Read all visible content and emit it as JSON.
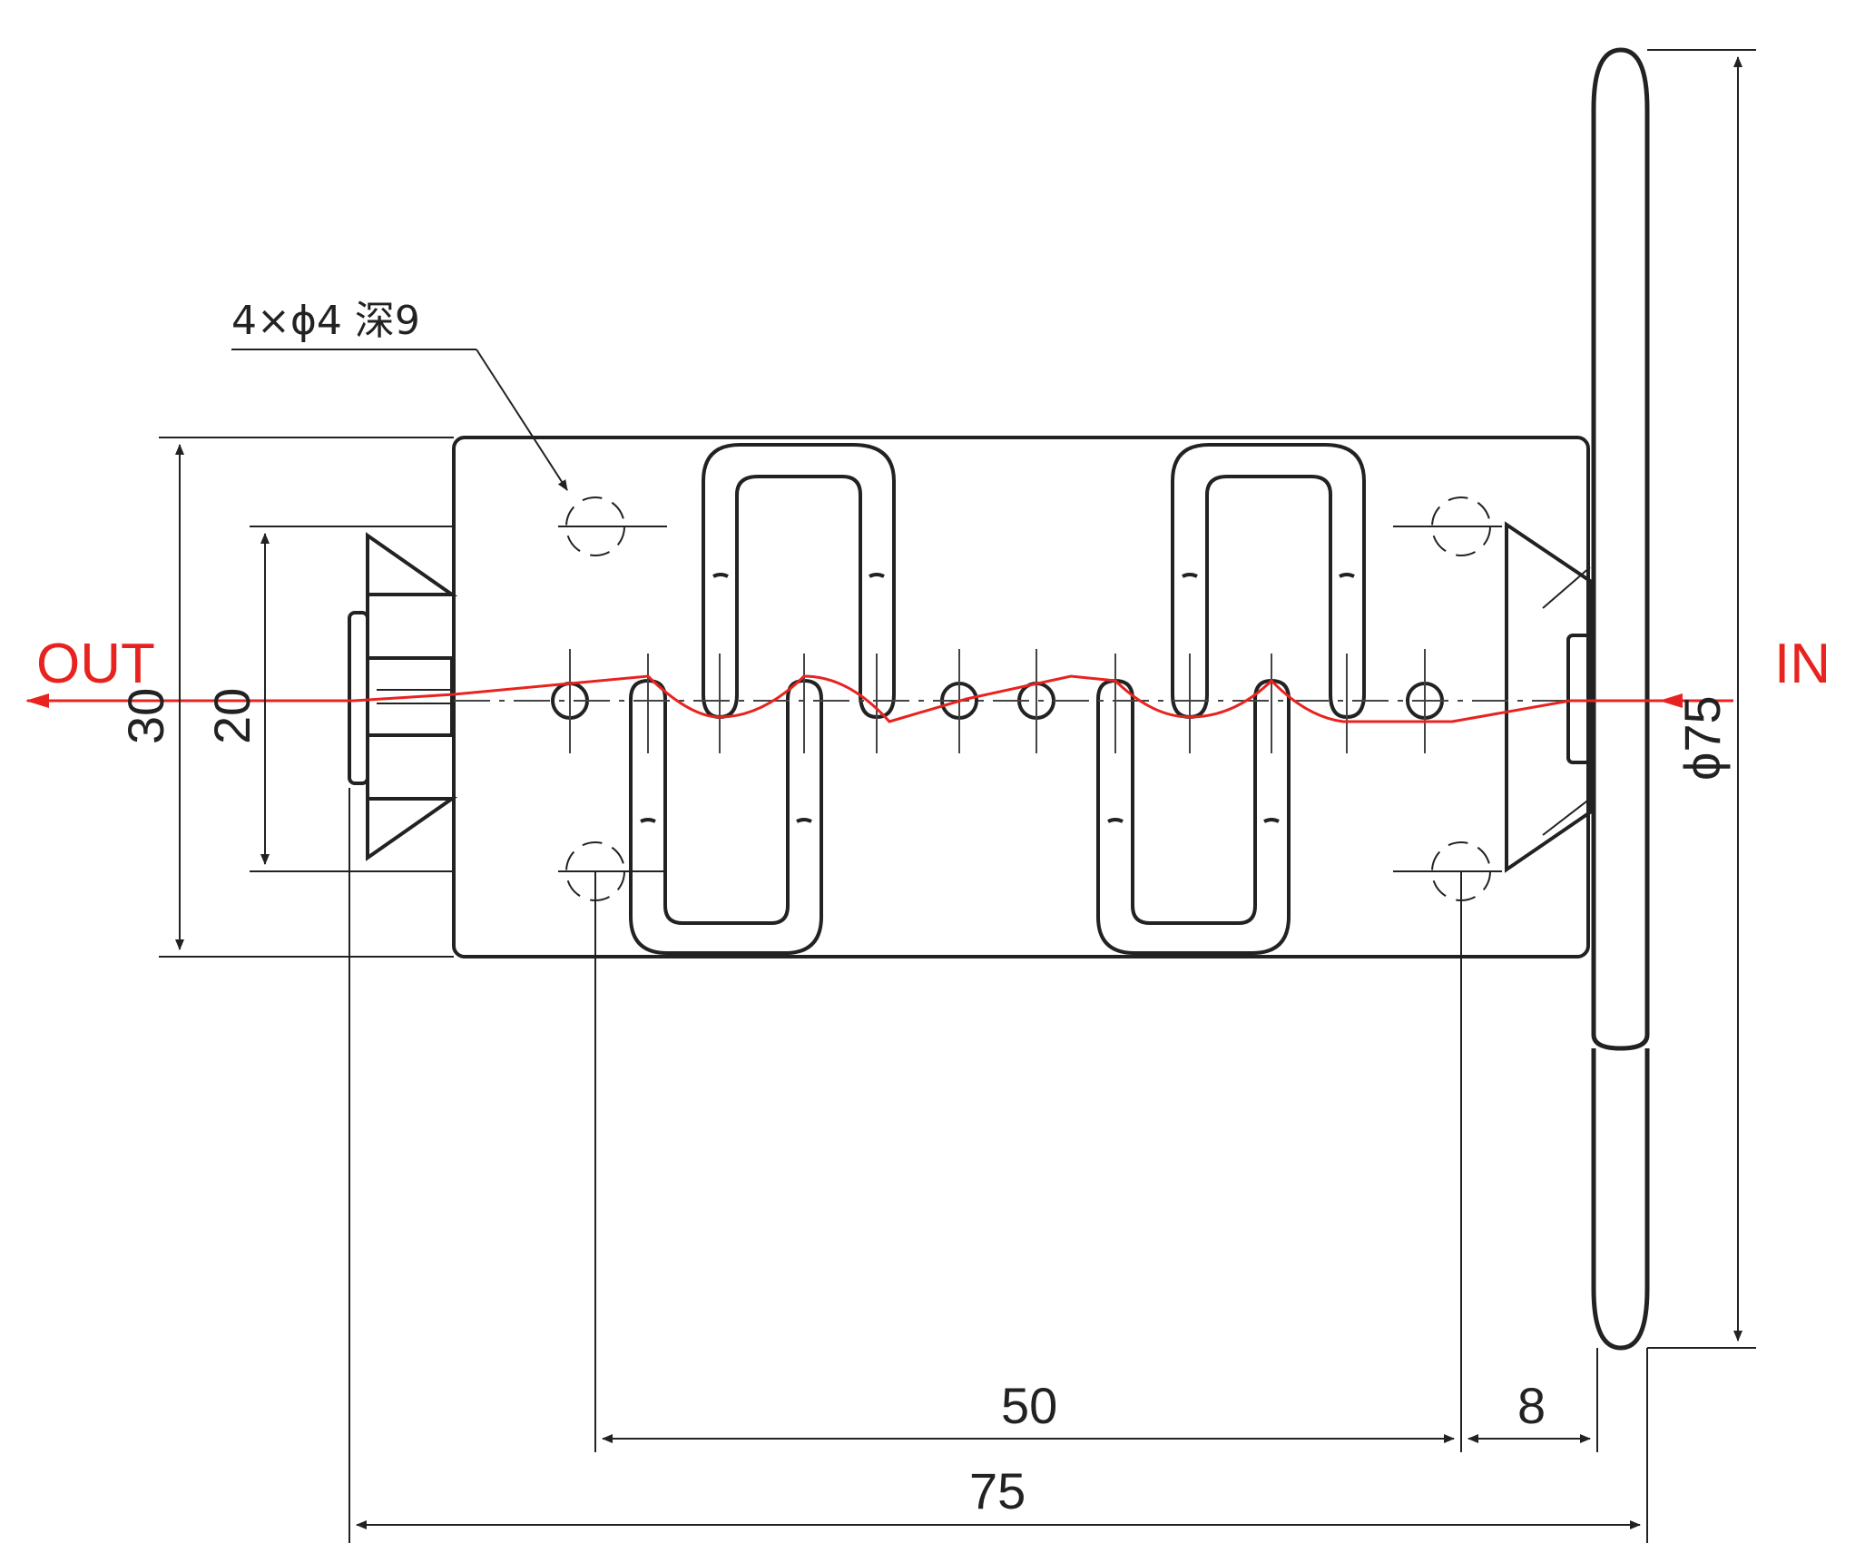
{
  "labels": {
    "out": "OUT",
    "in": "IN",
    "hole_note": "4×ϕ4 深9"
  },
  "dimensions": {
    "height_outer": "30",
    "height_inner": "20",
    "disc_diameter": "ϕ75",
    "hole_spacing": "50",
    "flange_offset": "8",
    "total_length": "75"
  },
  "colors": {
    "line": "#222222",
    "signal": "#e8231f",
    "center": "#444444"
  }
}
